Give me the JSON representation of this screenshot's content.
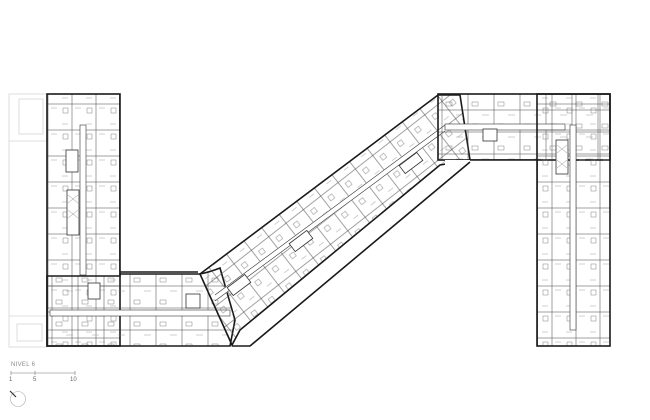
{
  "drawing": {
    "type": "architectural floor plan",
    "level_label": "NIVEL 6",
    "scale_bar": {
      "ticks": [
        "1",
        "5",
        "10"
      ],
      "unit": "m"
    },
    "north_arrow": "north-arrow",
    "colors": {
      "walls": "#1a1a1a",
      "thin_lines": "#555555",
      "ghost_outline": "#d0d0d0",
      "background": "#ffffff"
    },
    "wings": [
      "left-wing",
      "bottom-left-wing",
      "diagonal-wing",
      "top-right-wing",
      "right-wing"
    ]
  }
}
